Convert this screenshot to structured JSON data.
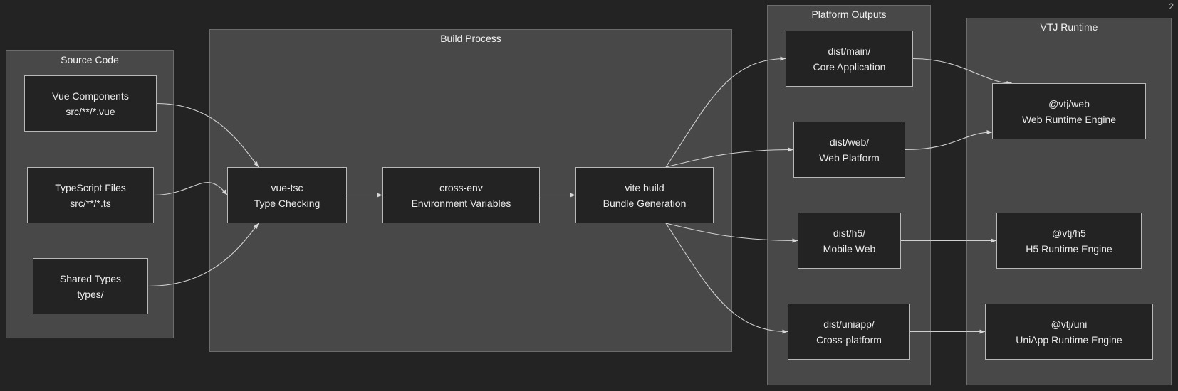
{
  "corner_mark": "2",
  "clusters": {
    "source": {
      "title": "Source Code"
    },
    "build": {
      "title": "Build Process"
    },
    "outputs": {
      "title": "Platform Outputs"
    },
    "runtime": {
      "title": "VTJ Runtime"
    }
  },
  "nodes": {
    "vue": {
      "line1": "Vue Components",
      "line2": "src/**/*.vue"
    },
    "ts": {
      "line1": "TypeScript Files",
      "line2": "src/**/*.ts"
    },
    "types": {
      "line1": "Shared Types",
      "line2": "types/"
    },
    "vuetsc": {
      "line1": "vue-tsc",
      "line2": "Type Checking"
    },
    "crossenv": {
      "line1": "cross-env",
      "line2": "Environment Variables"
    },
    "vite": {
      "line1": "vite build",
      "line2": "Bundle Generation"
    },
    "main": {
      "line1": "dist/main/",
      "line2": "Core Application"
    },
    "web": {
      "line1": "dist/web/",
      "line2": "Web Platform"
    },
    "h5": {
      "line1": "dist/h5/",
      "line2": "Mobile Web"
    },
    "uniapp": {
      "line1": "dist/uniapp/",
      "line2": "Cross-platform"
    },
    "rt_web": {
      "line1": "@vtj/web",
      "line2": "Web Runtime Engine"
    },
    "rt_h5": {
      "line1": "@vtj/h5",
      "line2": "H5 Runtime Engine"
    },
    "rt_uni": {
      "line1": "@vtj/uni",
      "line2": "UniApp Runtime Engine"
    }
  },
  "edges": [
    [
      "vue",
      "vuetsc"
    ],
    [
      "ts",
      "vuetsc"
    ],
    [
      "types",
      "vuetsc"
    ],
    [
      "vuetsc",
      "crossenv"
    ],
    [
      "crossenv",
      "vite"
    ],
    [
      "vite",
      "main"
    ],
    [
      "vite",
      "web"
    ],
    [
      "vite",
      "h5"
    ],
    [
      "vite",
      "uniapp"
    ],
    [
      "main",
      "rt_web"
    ],
    [
      "web",
      "rt_web"
    ],
    [
      "h5",
      "rt_h5"
    ],
    [
      "uniapp",
      "rt_uni"
    ]
  ]
}
